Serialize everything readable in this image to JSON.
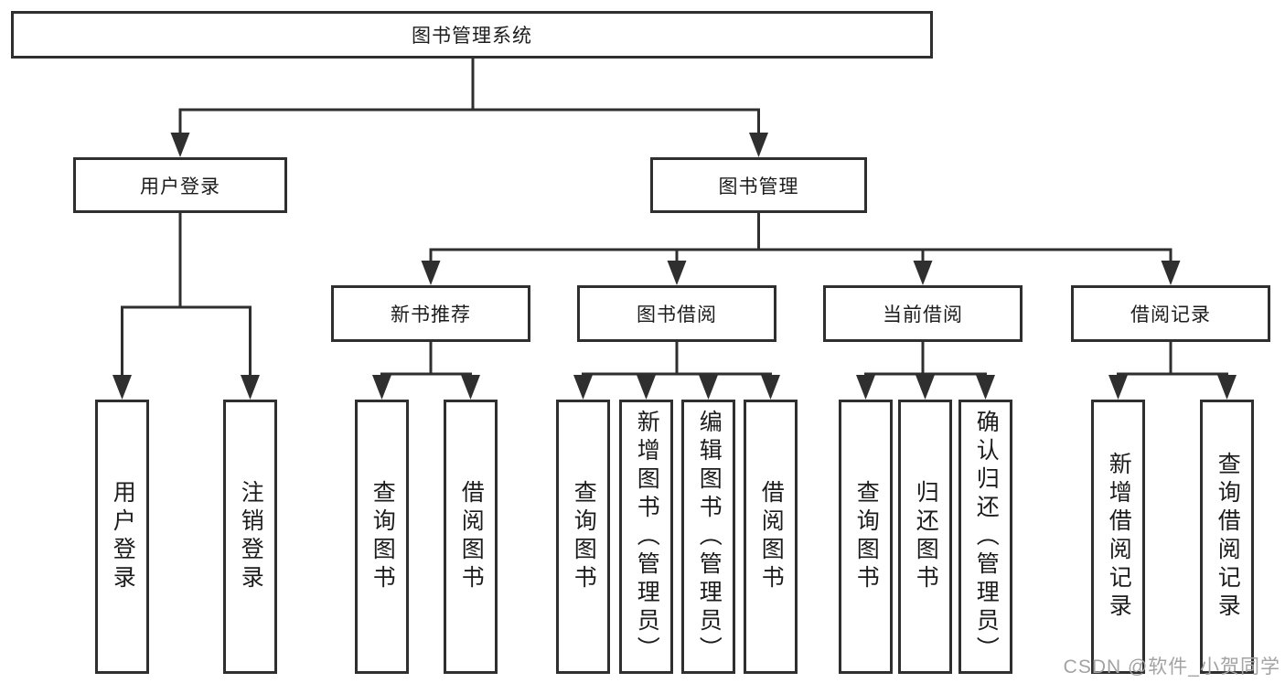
{
  "diagram_type": "hierarchy-tree",
  "tree": {
    "label": "图书管理系统",
    "children": [
      {
        "label": "用户登录",
        "children": [
          {
            "label": "用户登录"
          },
          {
            "label": "注销登录"
          }
        ]
      },
      {
        "label": "图书管理",
        "children": [
          {
            "label": "新书推荐",
            "children": [
              {
                "label": "查询图书"
              },
              {
                "label": "借阅图书"
              }
            ]
          },
          {
            "label": "图书借阅",
            "children": [
              {
                "label": "查询图书"
              },
              {
                "label": "新增图书（管理员）"
              },
              {
                "label": "编辑图书（管理员）"
              },
              {
                "label": "借阅图书"
              }
            ]
          },
          {
            "label": "当前借阅",
            "children": [
              {
                "label": "查询图书"
              },
              {
                "label": "归还图书"
              },
              {
                "label": "确认归还（管理员）"
              }
            ]
          },
          {
            "label": "借阅记录",
            "children": [
              {
                "label": "新增借阅记录"
              },
              {
                "label": "查询借阅记录"
              }
            ]
          }
        ]
      }
    ]
  },
  "watermark": {
    "text": "CSDN @软件_小贺同学",
    "color": "#a3a3a3"
  },
  "colors": {
    "line": "#2f2f2f",
    "box_border": "#2f2f2f",
    "box_background": "#ffffff",
    "text": "#1c1c1c",
    "page_background": "#ffffff"
  }
}
